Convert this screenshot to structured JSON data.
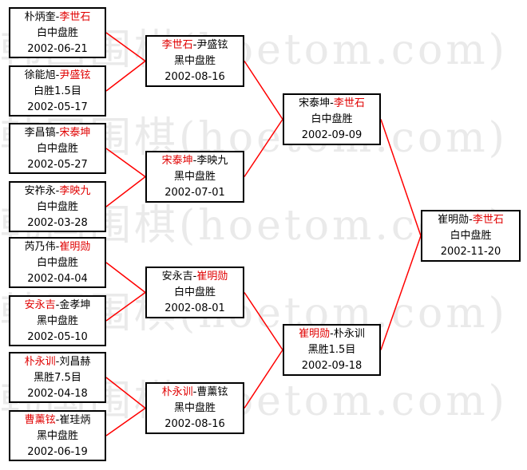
{
  "watermark": "韩国围棋(hoetom.com)",
  "colors": {
    "winner": "#e00000",
    "line": "#ff0000",
    "border": "#000000"
  },
  "round1": [
    {
      "p1": "朴炳奎",
      "p2": "李世石",
      "winner": 2,
      "result": "白中盘胜",
      "date": "2002-06-21"
    },
    {
      "p1": "徐能旭",
      "p2": "尹盛铉",
      "winner": 2,
      "result": "白胜1.5目",
      "date": "2002-05-17"
    },
    {
      "p1": "李昌镐",
      "p2": "宋泰坤",
      "winner": 2,
      "result": "白中盘胜",
      "date": "2002-05-27"
    },
    {
      "p1": "安祚永",
      "p2": "李映九",
      "winner": 2,
      "result": "白中盘胜",
      "date": "2002-03-28"
    },
    {
      "p1": "芮乃伟",
      "p2": "崔明勋",
      "winner": 2,
      "result": "白中盘胜",
      "date": "2002-04-04"
    },
    {
      "p1": "安永吉",
      "p2": "金孝坤",
      "winner": 1,
      "result": "黑中盘胜",
      "date": "2002-05-10"
    },
    {
      "p1": "朴永训",
      "p2": "刘昌赫",
      "winner": 1,
      "result": "黑胜7.5目",
      "date": "2002-04-18"
    },
    {
      "p1": "曹薰铉",
      "p2": "崔珪炳",
      "winner": 1,
      "result": "黑中盘胜",
      "date": "2002-06-19"
    }
  ],
  "round2": [
    {
      "p1": "李世石",
      "p2": "尹盛铉",
      "winner": 1,
      "result": "黑中盘胜",
      "date": "2002-08-16"
    },
    {
      "p1": "宋泰坤",
      "p2": "李映九",
      "winner": 1,
      "result": "黑中盘胜",
      "date": "2002-07-01"
    },
    {
      "p1": "安永吉",
      "p2": "崔明勋",
      "winner": 2,
      "result": "白中盘胜",
      "date": "2002-08-01"
    },
    {
      "p1": "朴永训",
      "p2": "曹薰铉",
      "winner": 1,
      "result": "黑中盘胜",
      "date": "2002-08-16"
    }
  ],
  "round3": [
    {
      "p1": "宋泰坤",
      "p2": "李世石",
      "winner": 2,
      "result": "白中盘胜",
      "date": "2002-09-09"
    },
    {
      "p1": "崔明勋",
      "p2": "朴永训",
      "winner": 1,
      "result": "黑胜1.5目",
      "date": "2002-09-18"
    }
  ],
  "final": [
    {
      "p1": "崔明勋",
      "p2": "李世石",
      "winner": 2,
      "result": "白中盘胜",
      "date": "2002-11-20"
    }
  ]
}
